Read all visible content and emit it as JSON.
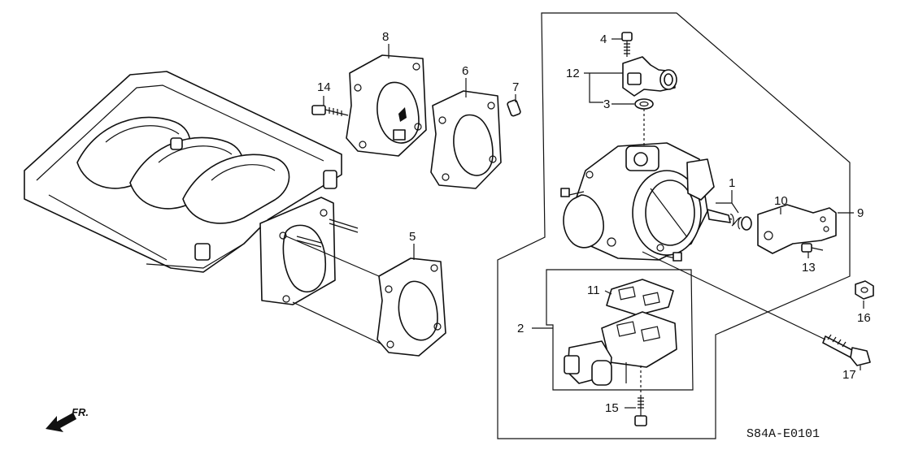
{
  "diagram": {
    "code": "S84A-E0101",
    "direction_label": "FR.",
    "callouts": {
      "c1": "1",
      "c2": "2",
      "c3": "3",
      "c4": "4",
      "c5": "5",
      "c6": "6",
      "c7": "7",
      "c8": "8",
      "c9": "9",
      "c10": "10",
      "c11": "11",
      "c12": "12",
      "c13": "13",
      "c14": "14",
      "c15": "15",
      "c16": "16",
      "c17": "17"
    },
    "colors": {
      "ink": "#111111",
      "paper": "#ffffff"
    }
  }
}
